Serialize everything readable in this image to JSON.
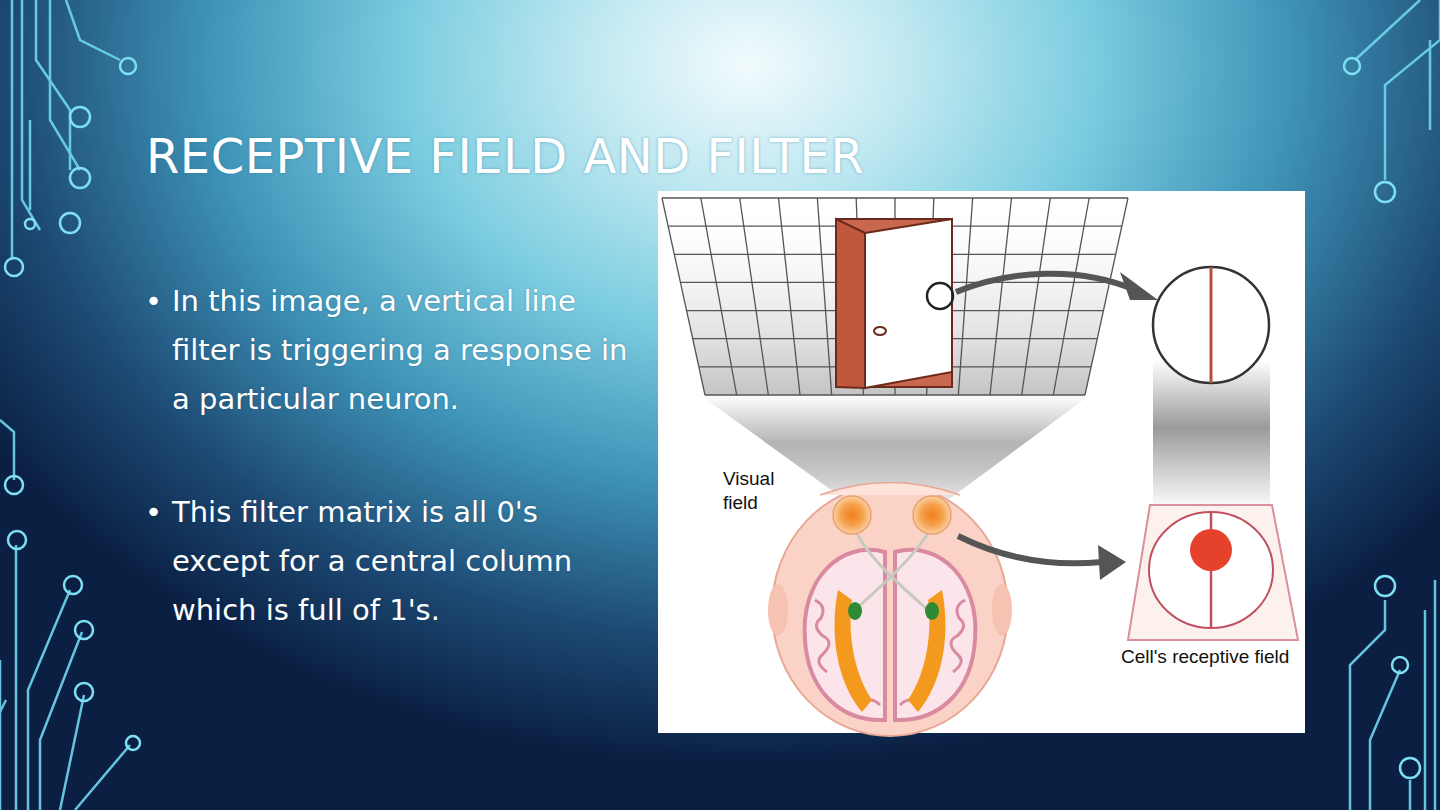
{
  "diagram": {
    "title": "RECEPTIVE FIELD AND FILTER",
    "labels": [
      "In this image, a vertical line filter is triggering a response in a particular neuron.",
      "This filter matrix is all 0's except for a central column which is full of 1's.",
      "Visual field",
      "Cell's receptive field"
    ]
  }
}
